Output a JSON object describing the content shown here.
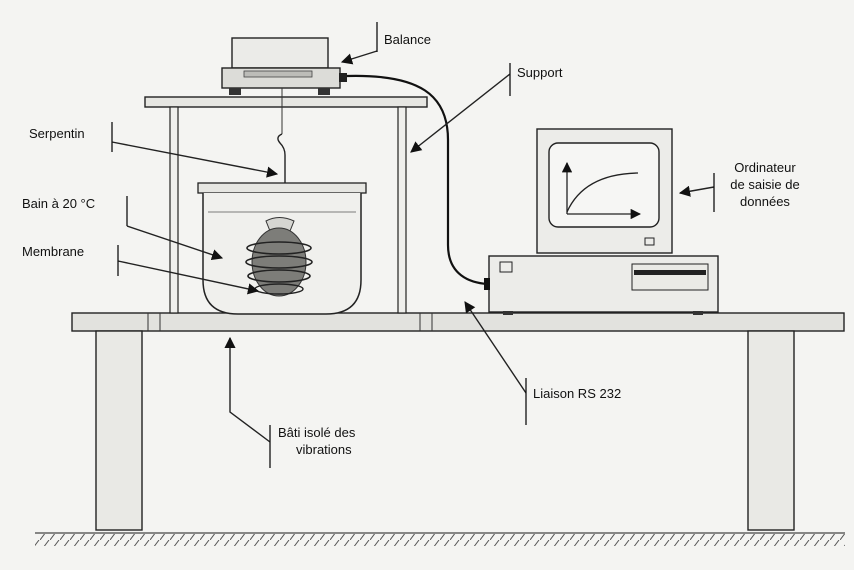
{
  "labels": {
    "balance": "Balance",
    "support": "Support",
    "serpentin": "Serpentin",
    "bain": "Bain à 20 °C",
    "membrane": "Membrane",
    "ordinateur_1": "Ordinateur",
    "ordinateur_2": "de saisie de",
    "ordinateur_3": "données",
    "liaison": "Liaison RS 232",
    "bati_1": "Bâti isolé des",
    "bati_2": "vibrations"
  }
}
